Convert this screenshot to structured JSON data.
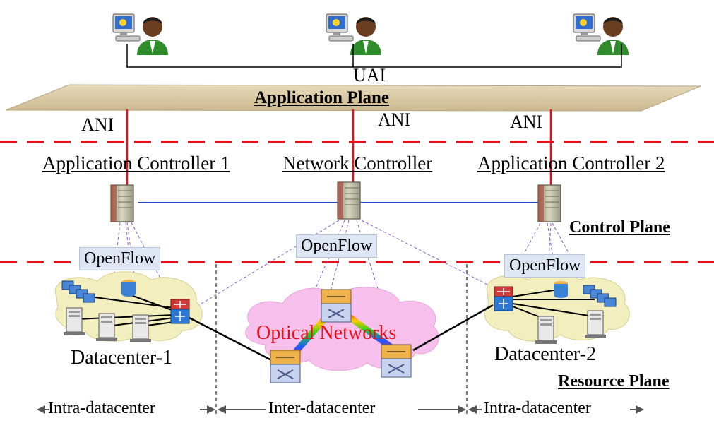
{
  "interfaces": {
    "uai": "UAI",
    "ani": "ANI"
  },
  "planes": {
    "application": "Application Plane",
    "control": "Control Plane",
    "resource": "Resource Plane"
  },
  "controllers": {
    "app1": "Application Controller 1",
    "network": "Network Controller",
    "app2": "Application Controller 2"
  },
  "protocol": {
    "openflow": "OpenFlow"
  },
  "resources": {
    "dc1": "Datacenter-1",
    "dc2": "Datacenter-2",
    "optical": "Optical Networks"
  },
  "spans": {
    "intra_left": "Intra-datacenter",
    "inter": "Inter-datacenter",
    "intra_right": "Intra-datacenter"
  },
  "colors": {
    "plane_fill": "#d9c9a6",
    "separator": "#e8101a",
    "ani_line": "#e8101a",
    "controller_link": "#1f3fd6",
    "openflow_box": "#dfe6f3",
    "optical_cloud": "#f7c0ec",
    "dc_cloud": "#f3eebd",
    "label_red": "#e8101a"
  }
}
